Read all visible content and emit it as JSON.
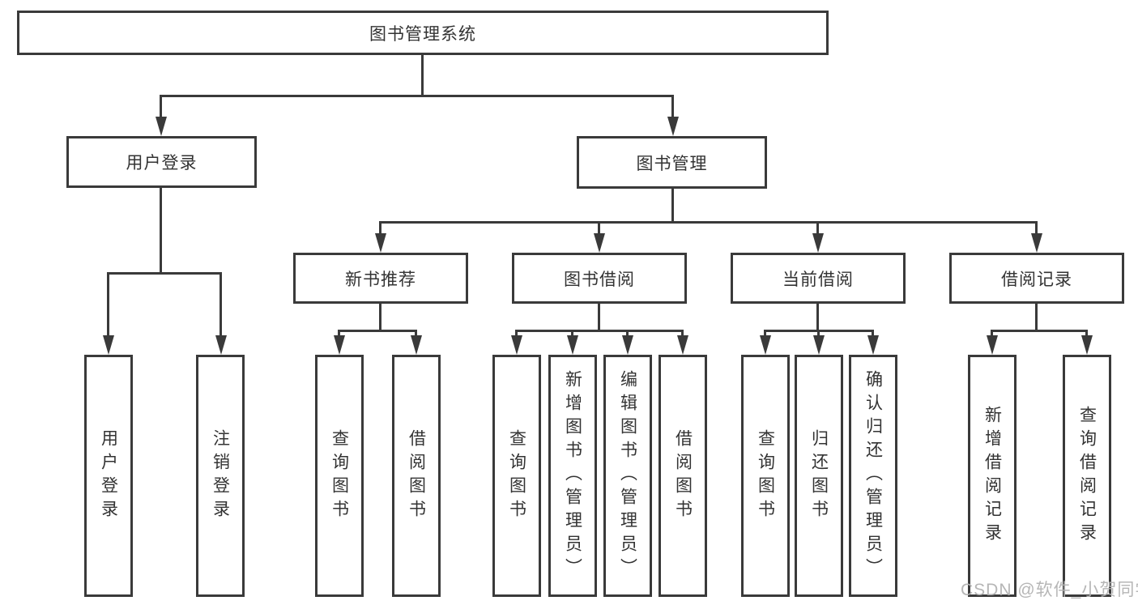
{
  "colors": {
    "line": "#3a3a3a",
    "box_border": "#3a3a3a",
    "text": "#333333",
    "background": "#ffffff",
    "watermark": "#b2b2b2"
  },
  "tree": {
    "root": {
      "label": "图书管理系统",
      "children": [
        {
          "label": "用户登录",
          "children": [
            {
              "label": "用户登录"
            },
            {
              "label": "注销登录"
            }
          ]
        },
        {
          "label": "图书管理",
          "children": [
            {
              "label": "新书推荐",
              "children": [
                {
                  "label": "查询图书"
                },
                {
                  "label": "借阅图书"
                }
              ]
            },
            {
              "label": "图书借阅",
              "children": [
                {
                  "label": "查询图书"
                },
                {
                  "label": "新增图书（管理员）"
                },
                {
                  "label": "编辑图书（管理员）"
                },
                {
                  "label": "借阅图书"
                }
              ]
            },
            {
              "label": "当前借阅",
              "children": [
                {
                  "label": "查询图书"
                },
                {
                  "label": "归还图书"
                },
                {
                  "label": "确认归还（管理员）"
                }
              ]
            },
            {
              "label": "借阅记录",
              "children": [
                {
                  "label": "新增借阅记录"
                },
                {
                  "label": "查询借阅记录"
                }
              ]
            }
          ]
        }
      ]
    }
  },
  "watermark": {
    "text": "CSDN @软件_小贺同学"
  }
}
